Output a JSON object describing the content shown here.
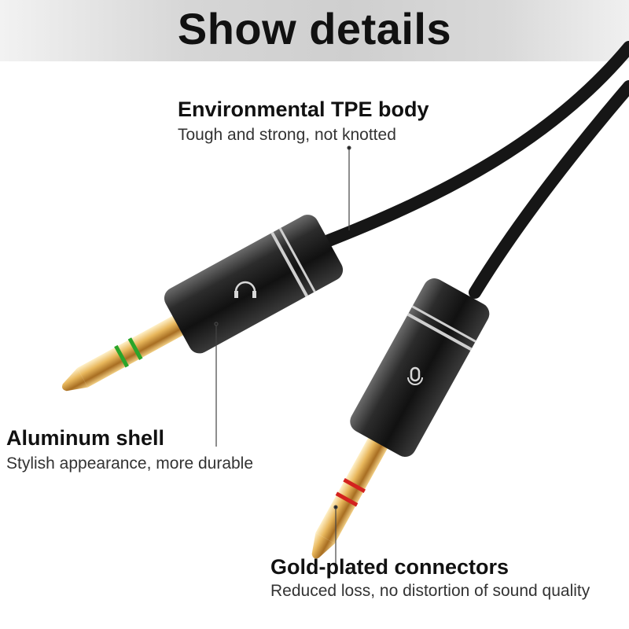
{
  "banner": {
    "title": "Show details"
  },
  "callouts": {
    "tpe": {
      "title": "Environmental TPE body",
      "subtitle": "Tough and strong, not knotted"
    },
    "aluminum": {
      "title": "Aluminum shell",
      "subtitle": "Stylish appearance, more durable"
    },
    "gold": {
      "title": "Gold-plated connectors",
      "subtitle": "Reduced loss, no distortion of sound quality"
    }
  },
  "icons": {
    "plug_top": "headphone-icon",
    "plug_bottom": "microphone-icon"
  },
  "colors": {
    "ring_top": "#2aa52a",
    "ring_bottom": "#d3221e",
    "gold": "#d8a24a",
    "shell": "#222222"
  }
}
